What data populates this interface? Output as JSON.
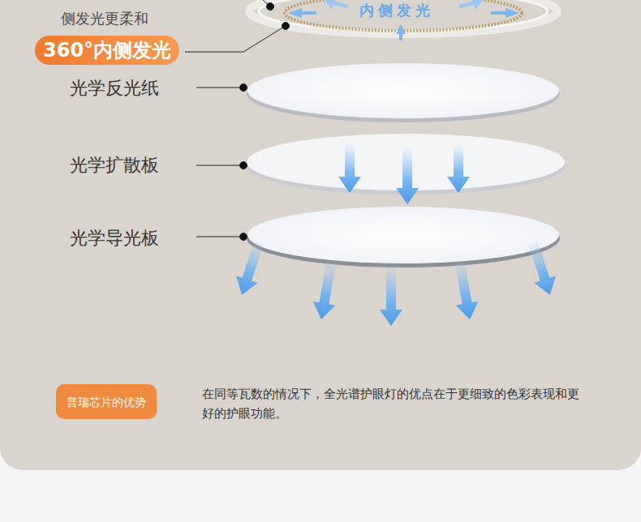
{
  "diagram": {
    "nodes": [
      {
        "text": [
          "侧发光更柔和",
          "360°内侧发光"
        ]
      },
      {
        "text": [
          "普瑞芯片的优势"
        ]
      }
    ],
    "labels": [
      "内侧发光",
      "光学反光纸",
      "光学扩散板",
      "光学导光板",
      "在同等瓦数的情况下，全光谱护眼灯的优点在于更细致的色彩表现和更好的护眼功能。"
    ]
  }
}
